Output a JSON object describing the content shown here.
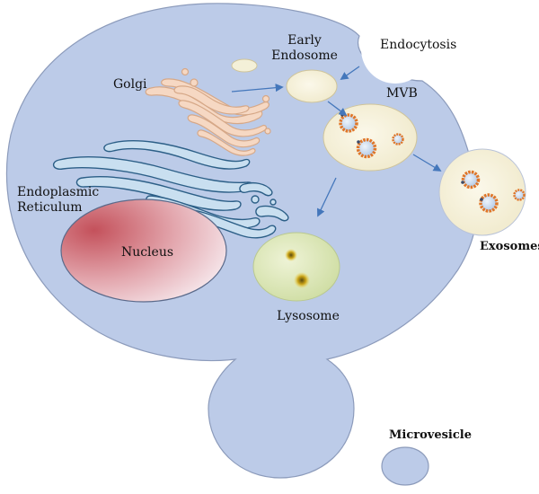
{
  "labels": {
    "early_endosome_line1": "Early",
    "early_endosome_line2": "Endosome",
    "endocytosis": "Endocytosis",
    "golgi": "Golgi",
    "mvb": "MVB",
    "er_line1": "Endoplasmic",
    "er_line2": "Reticulum",
    "nucleus": "Nucleus",
    "lysosome": "Lysosome",
    "exosomes": "Exosomes",
    "microvesicle": "Microvesicle"
  },
  "colors": {
    "cell_fill": "#bccbe8",
    "cell_stroke": "#8c9bbb",
    "nucleus_center": "#c85a62",
    "nucleus_edge": "#f5e6ea",
    "golgi_fill": "#f6d8c3",
    "golgi_stroke": "#d6a888",
    "er_fill": "#c9dff0",
    "er_stroke": "#2c5f87",
    "vesicle_fill": "#f4f0d8",
    "lysosome_fill": "#dbe7b7",
    "exosome_ring": "#e07628",
    "arrow": "#4477bb"
  }
}
